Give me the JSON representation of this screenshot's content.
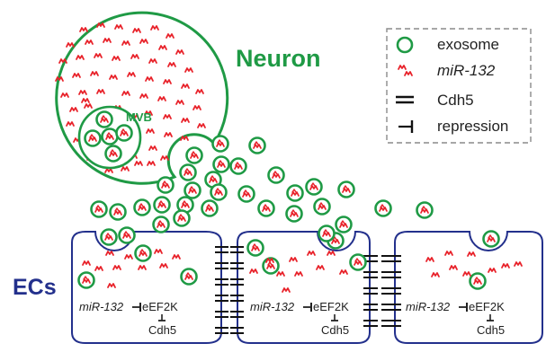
{
  "labels": {
    "neuron": "Neuron",
    "mvb": "MVB",
    "ecs": "ECs"
  },
  "legend": {
    "items": [
      {
        "icon": "exosome-icon",
        "label": "exosome",
        "italic": false
      },
      {
        "icon": "mirna-icon",
        "label": "miR-132",
        "italic": true
      },
      {
        "icon": "cdh5-icon",
        "label": "Cdh5",
        "italic": false
      },
      {
        "icon": "repression-icon",
        "label": "repression",
        "italic": false
      }
    ]
  },
  "pathway": {
    "regulator": "miR-132",
    "target": "eEF2K",
    "effector": "Cdh5"
  },
  "colors": {
    "neuron": "#1f9a45",
    "exosome": "#1f9a45",
    "mirna": "#e8222a",
    "ec_membrane": "#23308c",
    "ec_label": "#23308c",
    "text": "#222222",
    "legend_border": "#8a8a8a"
  }
}
